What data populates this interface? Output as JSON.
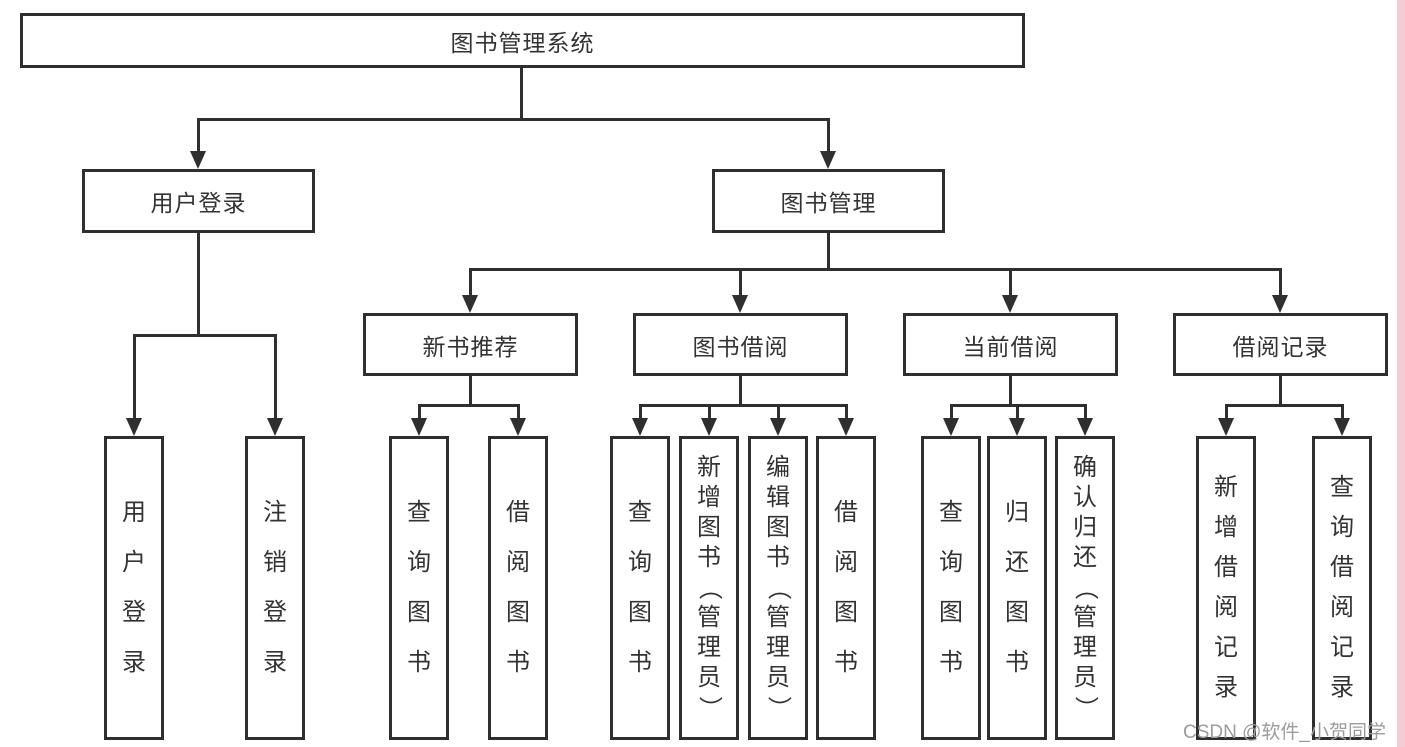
{
  "nodes": {
    "root": "图书管理系统",
    "user_login": "用户登录",
    "book_management": "图书管理",
    "new_book_recommend": "新书推荐",
    "book_borrowing": "图书借阅",
    "current_borrowing": "当前借阅",
    "borrowing_records": "借阅记录",
    "leaf_user_login": "用户登录",
    "leaf_logout_login": "注销登录",
    "leaf_nbr_query_books": "查询图书",
    "leaf_nbr_borrow_books": "借阅图书",
    "leaf_bb_query_books": "查询图书",
    "leaf_bb_add_books": "新增图书（管理员）",
    "leaf_bb_edit_books": "编辑图书（管理员）",
    "leaf_bb_borrow_books": "借阅图书",
    "leaf_cb_query_books": "查询图书",
    "leaf_cb_return_books": "归还图书",
    "leaf_cb_confirm_return": "确认归还（管理员）",
    "leaf_br_add_record": "新增借阅记录",
    "leaf_br_query_record": "查询借阅记录"
  },
  "watermark": "CSDN @软件_小贺同学",
  "colors": {
    "line": "#2f2f2f",
    "text": "#333333",
    "watermark": "#9c9c9c",
    "right_strip": "#f3cdd3"
  }
}
